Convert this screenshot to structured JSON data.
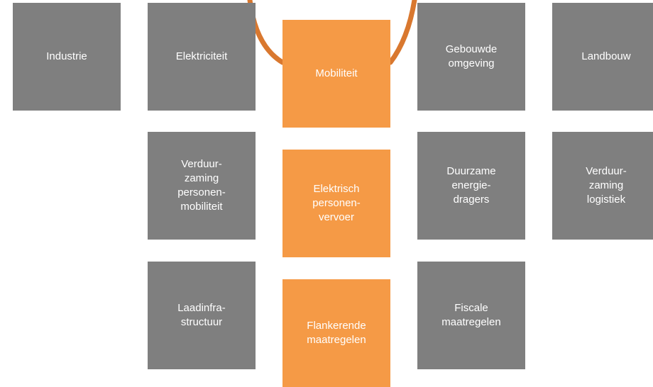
{
  "colors": {
    "gray": "#7f7f7f",
    "orange": "#f59a46",
    "arc": "#d9782f",
    "text": "#ffffff"
  },
  "sectors": {
    "industrie": "Industrie",
    "elektriciteit": "Elektriciteit",
    "mobiliteit": "Mobiliteit",
    "gebouwde_omgeving": "Gebouwde\nomgeving",
    "landbouw": "Landbouw"
  },
  "themes": {
    "verduurzaming_personenmobiliteit": "Verduur-\nzaming\npersonen-\nmobiliteit",
    "elektrisch_personenvervoer": "Elektrisch\npersonen-\nvervoer",
    "duurzame_energiedragers": "Duurzame\nenergie-\ndragers",
    "verduurzaming_logistiek": "Verduur-\nzaming\nlogistiek"
  },
  "measures": {
    "laadinfrastructuur": "Laadinfra-\nstructuur",
    "flankerende_maatregelen": "Flankerende\nmaatregelen",
    "fiscale_maatregelen": "Fiscale\nmaatregelen"
  }
}
